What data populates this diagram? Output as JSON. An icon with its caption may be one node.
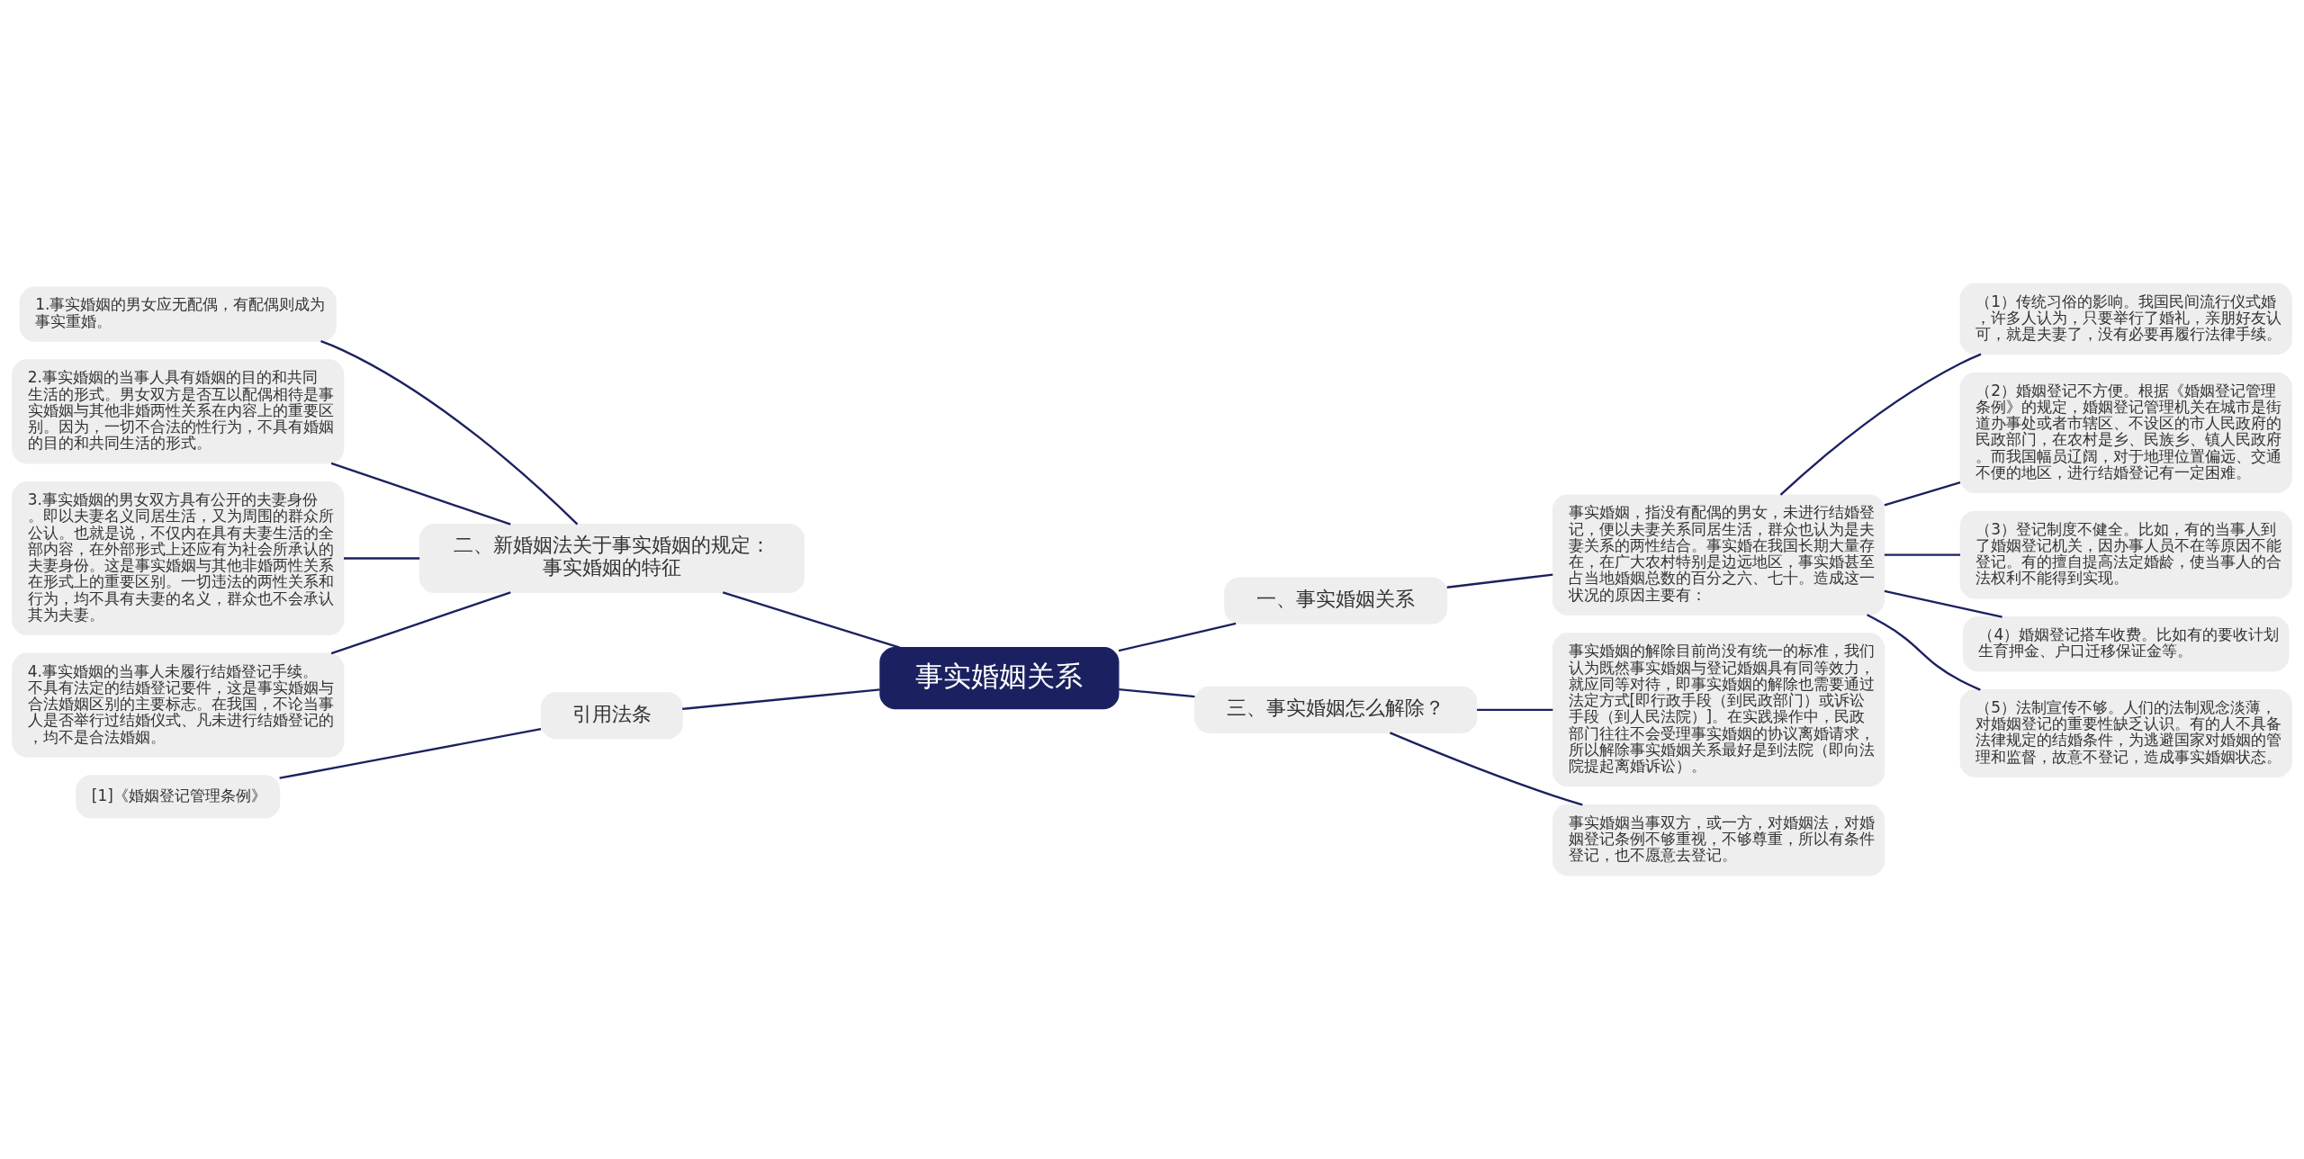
{
  "diagram": {
    "nodes": [
      {
        "text": [
          "事实婚姻关系"
        ]
      },
      {
        "text": [
          "一、事实婚姻关系"
        ]
      },
      {
        "text": [
          "事实婚姻，指没有配偶的男女，未进行结婚登记，便以夫妻关系同居生活，群众也认为是夫妻关系的两性结合。事实婚在我国长期大量存在，在广大农村特别是边远地区，事实婚甚至占当地婚姻总数的百分之六、七十。造成这一状况的原因主要有："
        ]
      },
      {
        "text": [
          "（1）传统习俗的影响。我国民间流行仪式婚，许多人认为，只要举行了婚礼，亲朋好友认可，就是夫妻了，没有必要再履行法律手续。"
        ]
      },
      {
        "text": [
          "（2）婚姻登记不方便。根据《婚姻登记管理条例》的规定，婚姻登记管理机关在城市是街道办事处或者市辖区、不设区的市人民政府的民政部门，在农村是乡、民族乡、镇人民政府。而我国幅员辽阔，对于地理位置偏远、交通不便的地区，进行结婚登记有一定困难。"
        ]
      },
      {
        "text": [
          "（3）登记制度不健全。比如，有的当事人到了婚姻登记机关，因办事人员不在等原因不能登记。有的擅自提高法定婚龄，使当事人的合法权利不能得到实现。"
        ]
      },
      {
        "text": [
          "（4）婚姻登记搭车收费。比如有的要收计划生育押金、户口迁移保证金等。"
        ]
      },
      {
        "text": [
          "（5）法制宣传不够。人们的法制观念淡薄，对婚姻登记的重要性缺乏认识。有的人不具备法律规定的结婚条件，为逃避国家对婚姻的管理和监督，故意不登记，造成事实婚姻状态。"
        ]
      },
      {
        "text": [
          "二、新婚姻法关于事实婚姻的规定：事实婚姻的特征"
        ]
      },
      {
        "text": [
          "1.事实婚姻的男女应无配偶，有配偶则成为事实重婚。"
        ]
      },
      {
        "text": [
          "2.事实婚姻的当事人具有婚姻的目的和共同生活的形式。男女双方是否互以配偶相待是事实婚姻与其他非婚两性关系在内容上的重要区别。因为，一切不合法的性行为，不具有婚姻的目的和共同生活的形式。"
        ]
      },
      {
        "text": [
          "3.事实婚姻的男女双方具有公开的夫妻身份。即以夫妻名义同居生活，又为周围的群众所公认。也就是说，不仅内在具有夫妻生活的全部内容，在外部形式上还应有为社会所承认的夫妻身份。这是事实婚姻与其他非婚两性关系在形式上的重要区别。一切违法的两性关系和行为，均不具有夫妻的名义，群众也不会承认其为夫妻。"
        ]
      },
      {
        "text": [
          "4.事实婚姻的当事人未履行结婚登记手续。不具有法定的结婚登记要件，这是事实婚姻与合法婚姻区别的主要标志。在我国，不论当事人是否举行过结婚仪式、凡未进行结婚登记的，均不是合法婚姻。"
        ]
      },
      {
        "text": [
          "三、事实婚姻怎么解除？"
        ]
      },
      {
        "text": [
          "事实婚姻的解除目前尚没有统一的标准，我们认为既然事实婚姻与登记婚姻具有同等效力，就应同等对待，即事实婚姻的解除也需要通过法定方式[即行政手段（到民政部门）或诉讼手段（到人民法院）]。在实践操作中，民政部门往往不会受理事实婚姻的协议离婚请求，所以解除事实婚姻关系最好是到法院（即向法院提起离婚诉讼）。"
        ]
      },
      {
        "text": [
          "事实婚姻当事双方，或一方，对婚姻法，对婚姻登记条例不够重视，不够尊重，所以有条件登记，也不愿意去登记。"
        ]
      },
      {
        "text": [
          "引用法条"
        ]
      },
      {
        "text": [
          "[1]《婚姻登记管理条例》"
        ]
      }
    ],
    "edges": [
      {
        "from": 0,
        "to": 1,
        "arrow": "none"
      },
      {
        "from": 1,
        "to": 2,
        "arrow": "none"
      },
      {
        "from": 2,
        "to": 3,
        "arrow": "none"
      },
      {
        "from": 2,
        "to": 4,
        "arrow": "none"
      },
      {
        "from": 2,
        "to": 5,
        "arrow": "none"
      },
      {
        "from": 2,
        "to": 6,
        "arrow": "none"
      },
      {
        "from": 2,
        "to": 7,
        "arrow": "none"
      },
      {
        "from": 0,
        "to": 8,
        "arrow": "none"
      },
      {
        "from": 8,
        "to": 9,
        "arrow": "none"
      },
      {
        "from": 8,
        "to": 10,
        "arrow": "none"
      },
      {
        "from": 8,
        "to": 11,
        "arrow": "none"
      },
      {
        "from": 8,
        "to": 12,
        "arrow": "none"
      },
      {
        "from": 0,
        "to": 13,
        "arrow": "none"
      },
      {
        "from": 13,
        "to": 14,
        "arrow": "none"
      },
      {
        "from": 13,
        "to": 15,
        "arrow": "none"
      },
      {
        "from": 0,
        "to": 16,
        "arrow": "none"
      },
      {
        "from": 16,
        "to": 17,
        "arrow": "none"
      }
    ]
  }
}
